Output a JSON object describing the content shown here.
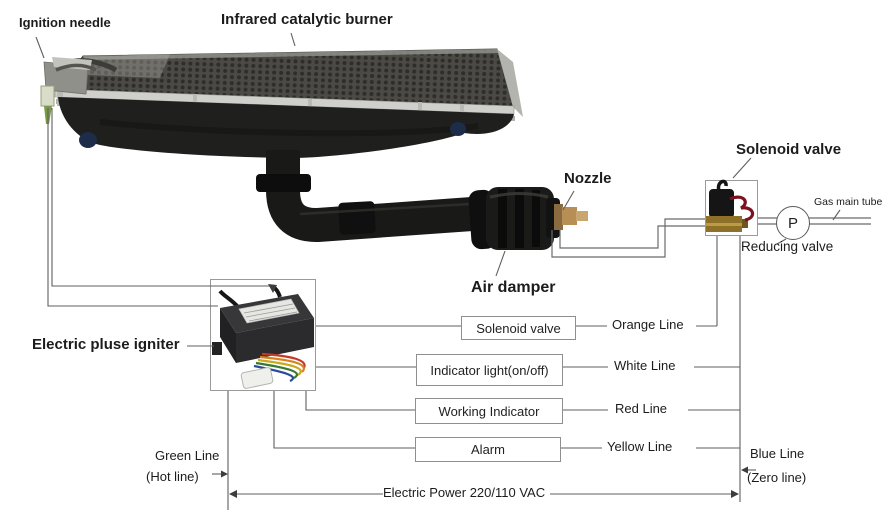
{
  "labels": {
    "ignition_needle": "Ignition needle",
    "infrared_catalytic_burner": "Infrared catalytic burner",
    "nozzle": "Nozzle",
    "air_damper": "Air damper",
    "solenoid_valve": "Solenoid valve",
    "gas_main_tube": "Gas main tube",
    "reducing_valve": "Reducing valve",
    "reducing_valve_symbol": "P",
    "electric_pulse_igniter": "Electric pluse igniter",
    "green_line": "Green Line",
    "hot_line": "(Hot line)",
    "blue_line": "Blue Line",
    "zero_line": "(Zero line)",
    "electric_power": "Electric Power 220/110 VAC"
  },
  "wiring_rows": [
    {
      "box": "Solenoid valve",
      "wire": "Orange Line"
    },
    {
      "box": "Indicator light(on/off)",
      "wire": "White Line"
    },
    {
      "box": "Working Indicator",
      "wire": "Red Line"
    },
    {
      "box": "Alarm",
      "wire": "Yellow Line"
    }
  ],
  "colors": {
    "schematic_line": "#5f5f5f",
    "box_border": "#8f8f8f",
    "text": "#1c1c1c"
  }
}
